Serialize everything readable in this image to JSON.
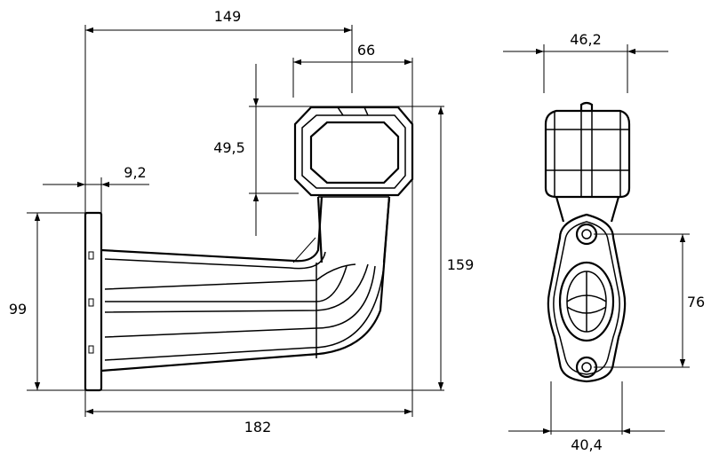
{
  "dimensions": {
    "top_width": "149",
    "head_width": "66",
    "head_height": "49,5",
    "base_thickness": "9,2",
    "base_height": "99",
    "total_height": "159",
    "total_width": "182",
    "side_width": "46,2",
    "hole_spacing": "76",
    "plate_width": "40,4"
  }
}
